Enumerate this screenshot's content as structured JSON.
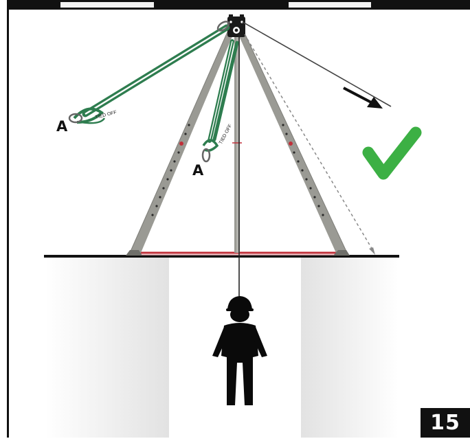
{
  "figure": {
    "anchor_label_left": "A",
    "anchor_label_center": "A",
    "tie_note_left": "TIED OFF",
    "tie_note_center": "TIED OFF",
    "page_number": "15",
    "check_icon": "check-icon",
    "colors": {
      "rope_green": "#2e7d4f",
      "check_green": "#3cb044",
      "leg_gray": "#9a9a94",
      "ground": "#111111",
      "chain_red": "#c0303a"
    }
  }
}
